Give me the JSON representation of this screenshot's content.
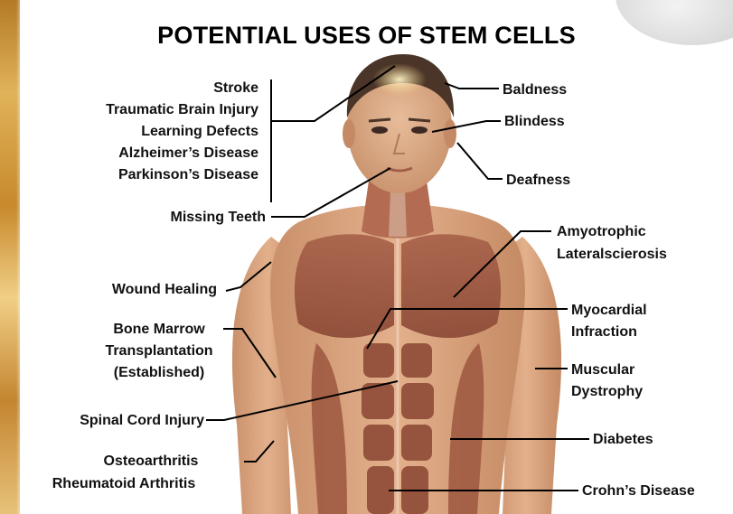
{
  "title": "POTENTIAL USES OF STEM CELLS",
  "labels": {
    "stroke": "Stroke",
    "tbi": "Traumatic Brain Injury",
    "learning": "Learning Defects",
    "alzheimers": "Alzheimer’s Disease",
    "parkinsons": "Parkinson’s Disease",
    "missing_teeth": "Missing Teeth",
    "wound": "Wound Healing",
    "bone_marrow_1": "Bone Marrow",
    "bone_marrow_2": "Transplantation",
    "bone_marrow_3": "(Established)",
    "spinal": "Spinal Cord Injury",
    "osteo": "Osteoarthritis",
    "rheuma": "Rheumatoid Arthritis",
    "baldness": "Baldness",
    "blindness": "Blindess",
    "deafness": "Deafness",
    "als_1": "Amyotrophic",
    "als_2": "Lateralscierosis",
    "myo_1": "Myocardial",
    "myo_2": "Infraction",
    "musc_1": "Muscular",
    "musc_2": "Dystrophy",
    "diabetes": "Diabetes",
    "crohns": "Crohn’s Disease"
  }
}
